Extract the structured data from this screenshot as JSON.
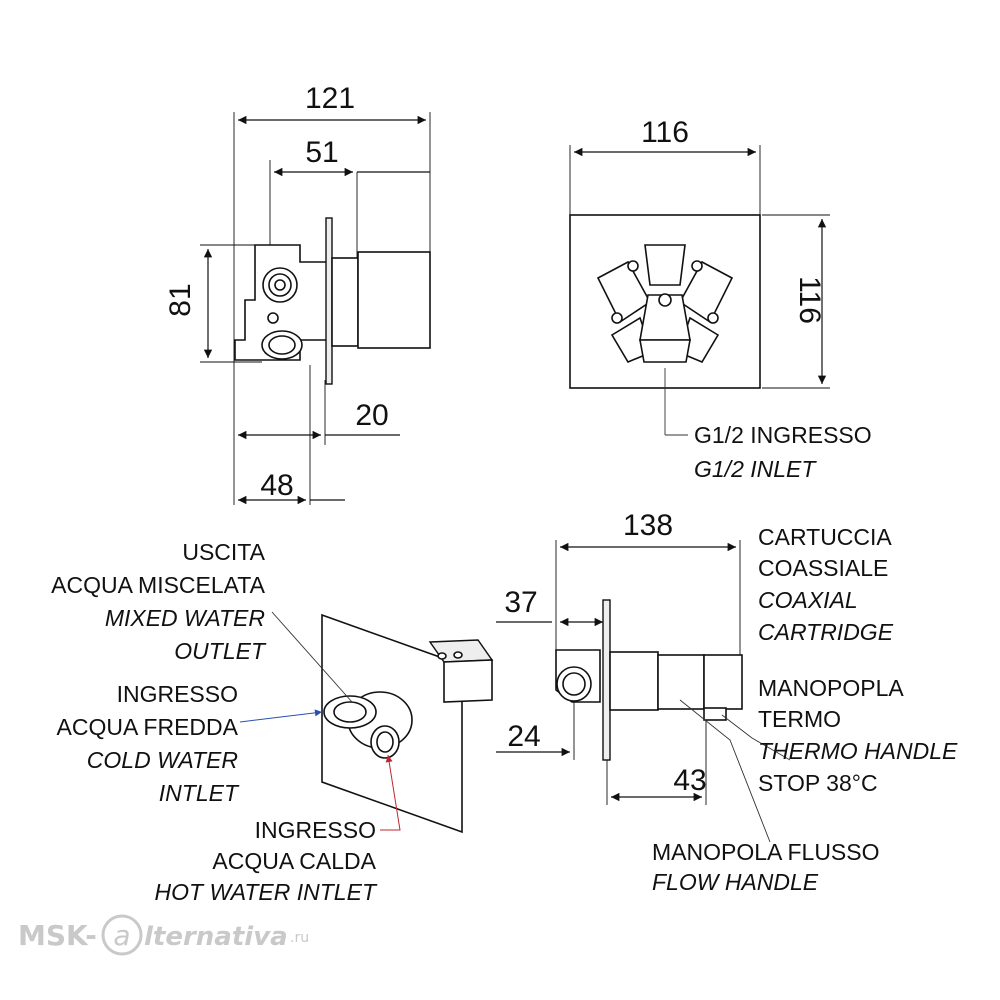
{
  "dimensions": {
    "top_left": {
      "overall": "121",
      "inner": "51",
      "height": "81",
      "plate": "20",
      "body": "48"
    },
    "top_right": {
      "width": "116",
      "height": "116"
    },
    "bottom_right": {
      "overall": "138",
      "outlet": "37",
      "inlet": "24",
      "handle": "43"
    }
  },
  "labels": {
    "inlet_it": "G1/2 INGRESSO",
    "inlet_en": "G1/2 INLET",
    "outlet_it_1": "USCITA",
    "outlet_it_2": "ACQUA MISCELATA",
    "outlet_en_1": "MIXED WATER",
    "outlet_en_2": "OUTLET",
    "cold_it_1": "INGRESSO",
    "cold_it_2": "ACQUA FREDDA",
    "cold_en_1": "COLD WATER",
    "cold_en_2": "INTLET",
    "hot_it_1": "INGRESSO",
    "hot_it_2": "ACQUA CALDA",
    "hot_en": "HOT WATER INTLET",
    "cartridge_it_1": "CARTUCCIA",
    "cartridge_it_2": "COASSIALE",
    "cartridge_en_1": "COAXIAL",
    "cartridge_en_2": "CARTRIDGE",
    "thermo_it_1": "MANOPOPLA",
    "thermo_it_2": "TERMO",
    "thermo_en": "THERMO HANDLE",
    "thermo_stop": "STOP 38°C",
    "flow_it": "MANOPOLA FLUSSO",
    "flow_en": "FLOW HANDLE"
  },
  "watermark": {
    "left": "MSK-",
    "mark": "a",
    "right": "lternativa",
    "domain": ".ru"
  },
  "colors": {
    "ink": "#111111",
    "cold_leader": "#2a4fb0",
    "hot_leader": "#c0272d",
    "watermark": "#c9c9c9"
  }
}
